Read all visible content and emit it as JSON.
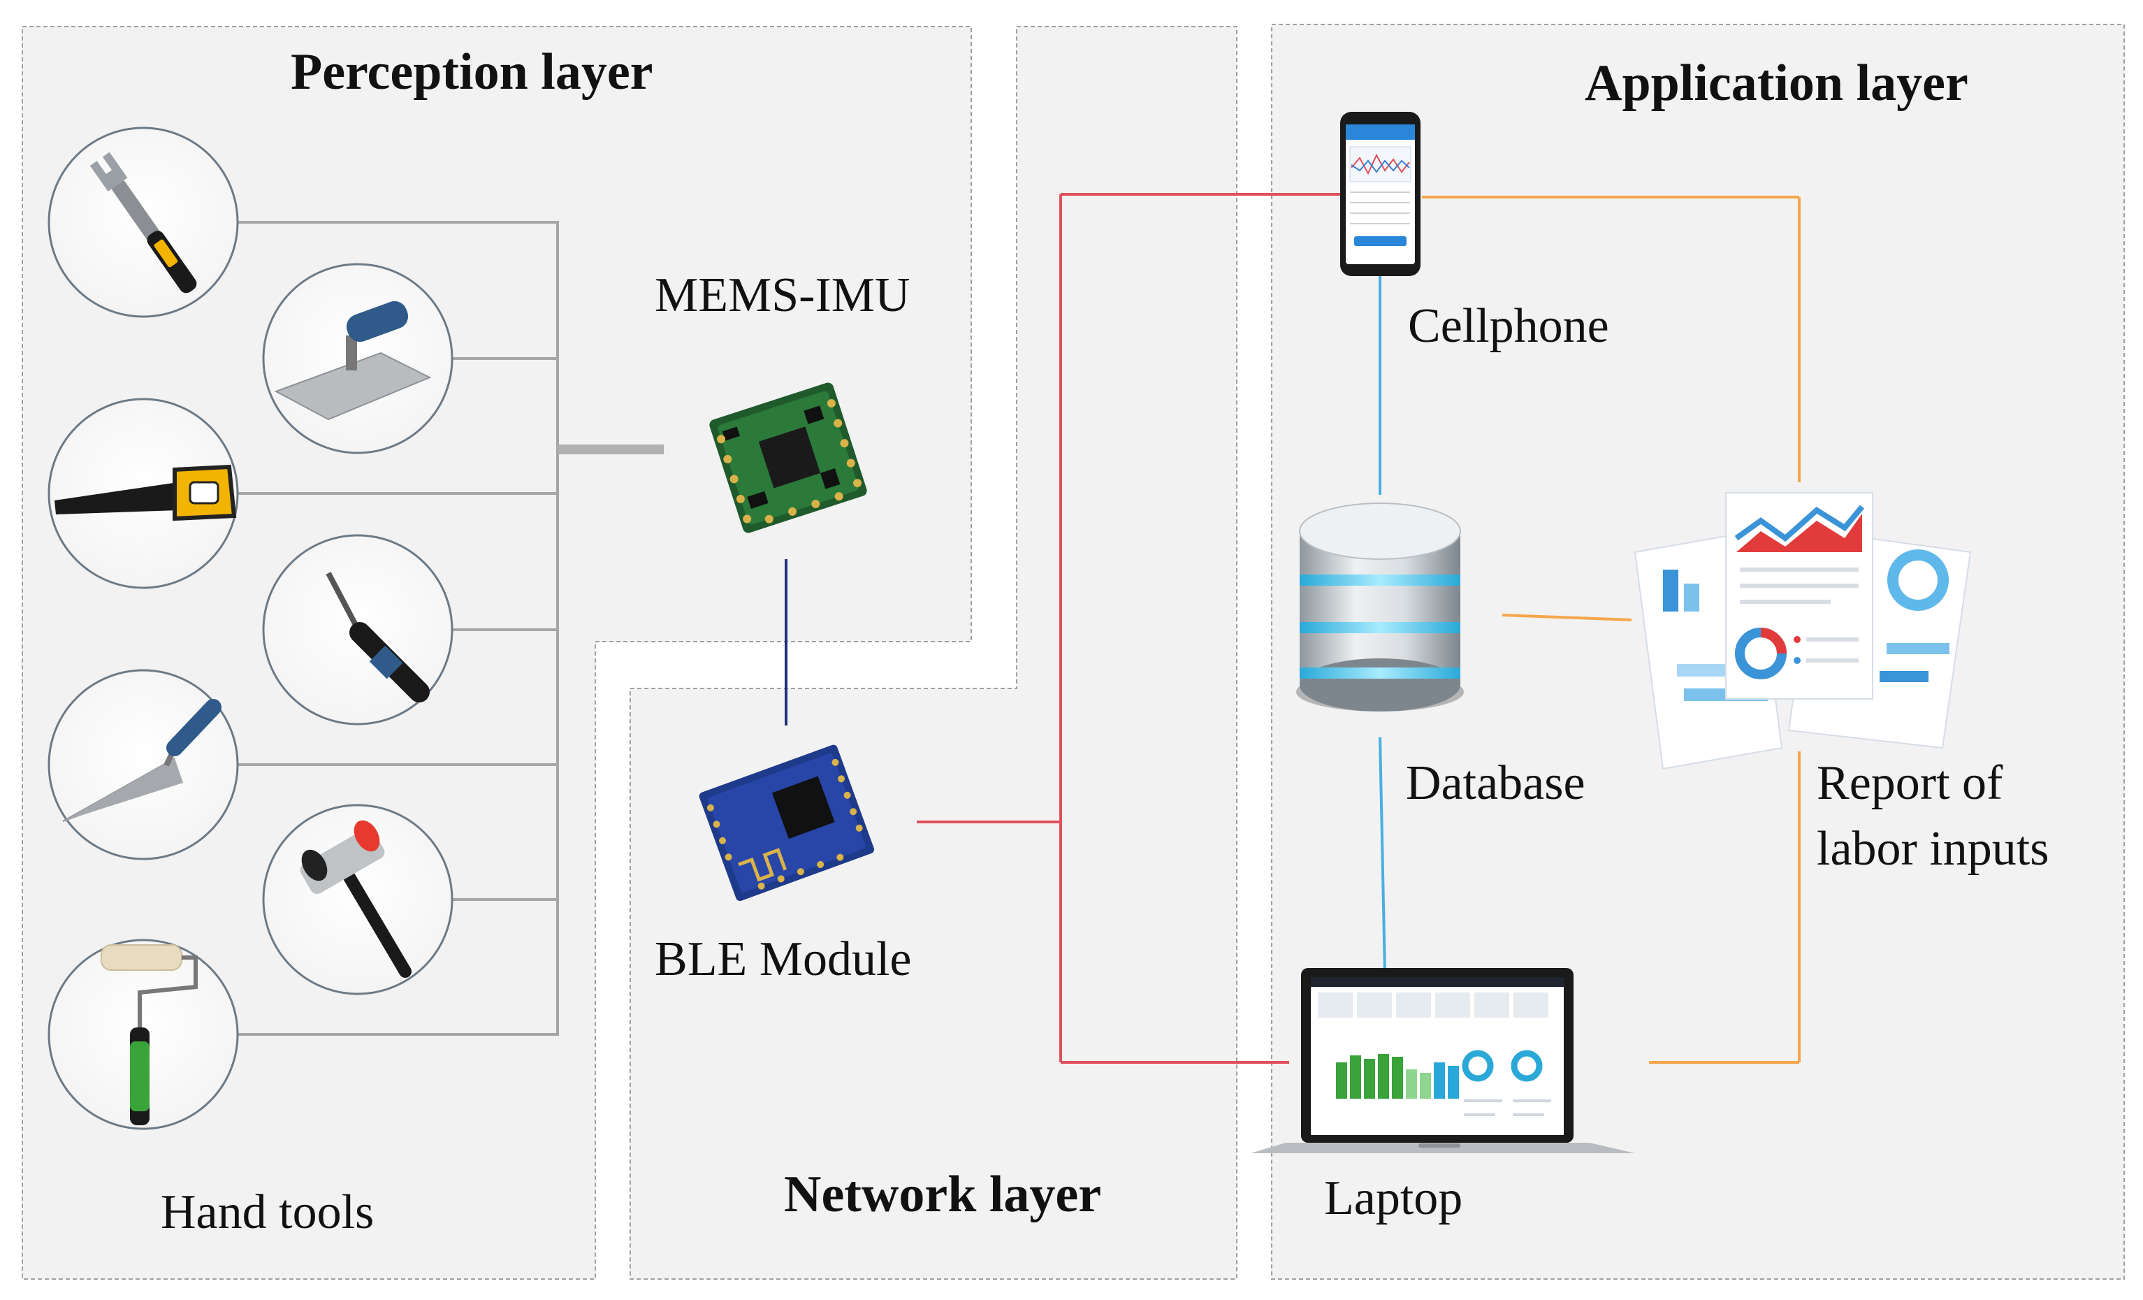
{
  "layers": {
    "perception": "Perception layer",
    "network": "Network layer",
    "application": "Application layer"
  },
  "labels": {
    "hand_tools": "Hand tools",
    "mems_imu": "MEMS-IMU",
    "ble_module": "BLE Module",
    "cellphone": "Cellphone",
    "database": "Database",
    "report_line1": "Report of",
    "report_line2": "labor inputs",
    "laptop": "Laptop"
  },
  "tools": [
    "wrench-icon",
    "trowel-icon",
    "saw-icon",
    "screwdriver-icon",
    "pointing-trowel-icon",
    "hammer-icon",
    "paint-roller-icon"
  ],
  "colors": {
    "panel_fill": "#f2f2f2",
    "panel_border": "#9a9a9a",
    "tool_line": "#a6a6a6",
    "imu_ble_line": "#1f2f7a",
    "network_line": "#e0505a",
    "app_blue_line": "#4aaee0",
    "app_orange_line": "#f6a64a"
  }
}
